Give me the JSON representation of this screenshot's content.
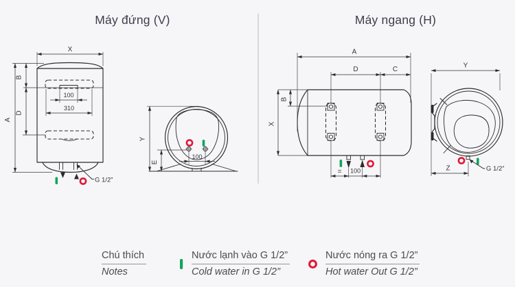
{
  "titles": {
    "vertical": "Máy đứng (V)",
    "horizontal": "Máy ngang (H)"
  },
  "dims": {
    "v_front": {
      "width": "X",
      "height": "A",
      "top_offset": "B",
      "bracket_gap": "D",
      "hole_gap": "100",
      "slot_span": "310",
      "thread": "G 1/2”"
    },
    "v_side": {
      "depth": "Y",
      "port_offset": "E",
      "port_gap": "100"
    },
    "h_front": {
      "length": "A",
      "bracket_span": "D",
      "end_offset": "C",
      "top_offset": "B",
      "height": "X",
      "port_gap": "100",
      "equal": "="
    },
    "h_side": {
      "depth": "Y",
      "port_offset": "Z",
      "thread": "G 1/2”"
    }
  },
  "legend": {
    "notes": {
      "vi": "Chú thích",
      "en": "Notes"
    },
    "cold": {
      "vi": "Nước lạnh vào G 1/2”",
      "en": "Cold water in G 1/2”"
    },
    "hot": {
      "vi": "Nước nóng ra G 1/2”",
      "en": "Hot water Out G 1/2”"
    }
  },
  "colors": {
    "cold": "#10a65c",
    "hot": "#e11837",
    "line": "#2b2b2e",
    "divider": "#c8c8cd",
    "text": "#4a4a52",
    "title": "#3d3d4d",
    "bg": "#f6f6f8"
  }
}
